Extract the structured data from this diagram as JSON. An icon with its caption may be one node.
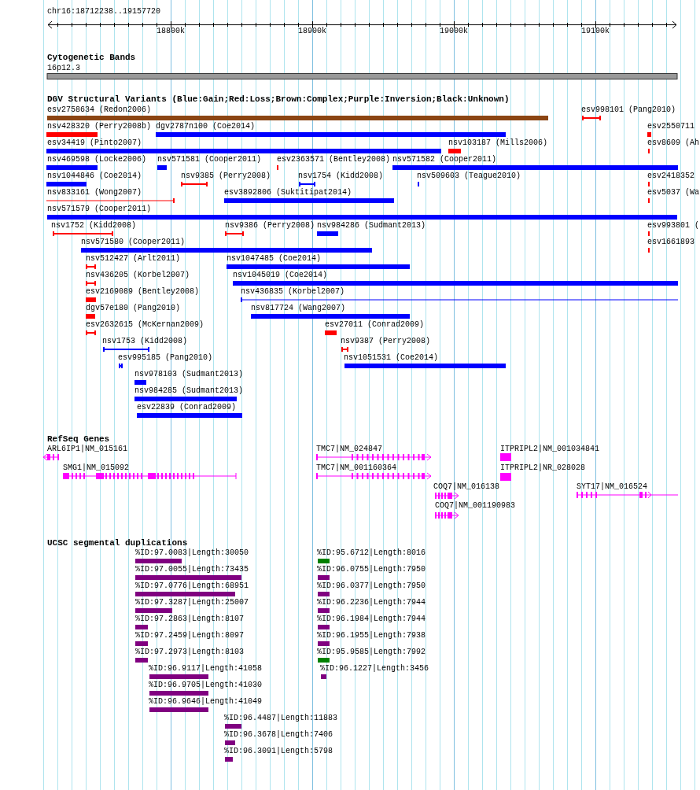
{
  "diagram": {
    "labels": [
      "chr16:18712238..19157720",
      "18800k",
      "18900k",
      "19000k",
      "19100k",
      "Cytogenetic Bands",
      "16p12.3",
      "DGV Structural Variants (Blue:Gain;Red:Loss;Brown:Complex;Purple:Inversion;Black:Unknown)",
      "esv2758634 (Redon2006)",
      "esv998101 (Pang2010)",
      "nsv428320 (Perry2008b)",
      "dgv2787n100 (Coe2014)",
      "esv2550711",
      "esv34419 (Pinto2007)",
      "nsv103187 (Mills2006)",
      "esv8609 (Ah",
      "nsv469598 (Locke2006)",
      "nsv571581 (Cooper2011)",
      "esv2363571 (Bentley2008)",
      "nsv571582 (Cooper2011)",
      "nsv1044846 (Coe2014)",
      "nsv9385 (Perry2008)",
      "nsv1754 (Kidd2008)",
      "nsv509603 (Teague2010)",
      "esv2418352",
      "nsv833161 (Wong2007)",
      "esv3892806 (Suktitipat2014)",
      "esv5037 (Wa",
      "nsv571579 (Cooper2011)",
      "nsv1752 (Kidd2008)",
      "nsv9386 (Perry2008)",
      "nsv984286 (Sudmant2013)",
      "esv993801 (",
      "nsv571580 (Cooper2011)",
      "esv1661893",
      "nsv512427 (Arlt2011)",
      "nsv1047485 (Coe2014)",
      "nsv436205 (Korbel2007)",
      "nsv1045019 (Coe2014)",
      "esv2169089 (Bentley2008)",
      "nsv436835 (Korbel2007)",
      "dgv57e180 (Pang2010)",
      "nsv817724 (Wang2007)",
      "esv2632615 (McKernan2009)",
      "esv27011 (Conrad2009)",
      "nsv1753 (Kidd2008)",
      "nsv9387 (Perry2008)",
      "esv995185 (Pang2010)",
      "nsv1051531 (Coe2014)",
      "nsv978103 (Sudmant2013)",
      "nsv984285 (Sudmant2013)",
      "esv22839 (Conrad2009)",
      "RefSeq Genes",
      "ARL6IP1|NM_015161",
      "TMC7|NM_024847",
      "ITPRIPL2|NM_001034841",
      "SMG1|NM_015092",
      "TMC7|NM_001160364",
      "ITPRIPL2|NR_028028",
      "COQ7|NM_016138",
      "SYT17|NM_016524",
      "COQ7|NM_001190983",
      "UCSC segmental duplications",
      "%ID:97.0083|Length:30050",
      "%ID:95.6712|Length:8016",
      "%ID:97.0055|Length:73435",
      "%ID:96.0755|Length:7950",
      "%ID:97.0776|Length:68951",
      "%ID:96.0377|Length:7950",
      "%ID:97.3287|Length:25007",
      "%ID:96.2236|Length:7944",
      "%ID:97.2863|Length:8107",
      "%ID:96.1984|Length:7944",
      "%ID:97.2459|Length:8097",
      "%ID:96.1955|Length:7938",
      "%ID:97.2973|Length:8103",
      "%ID:95.9585|Length:7992",
      "%ID:96.9117|Length:41058",
      "%ID:96.1227|Length:3456",
      "%ID:96.9705|Length:41030",
      "%ID:96.9646|Length:41049",
      "%ID:96.4487|Length:11883",
      "%ID:96.3678|Length:7406",
      "%ID:96.3091|Length:5798"
    ]
  }
}
